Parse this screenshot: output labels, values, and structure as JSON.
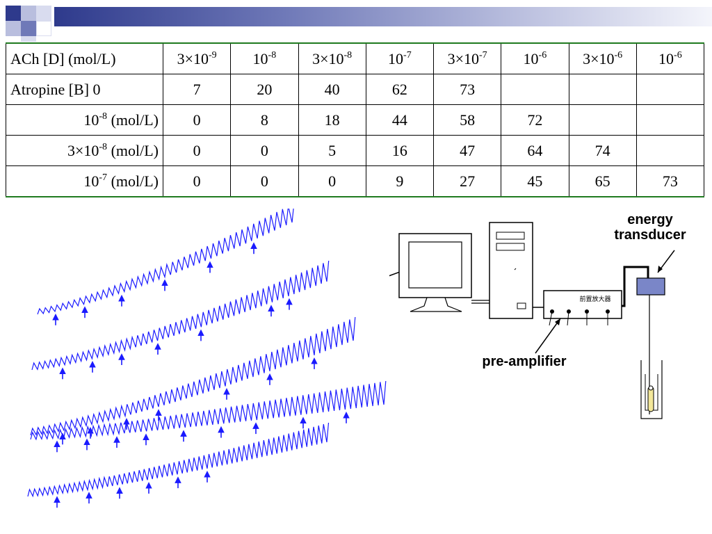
{
  "colors": {
    "trace": "#1a1aff",
    "arrow": "#1a1aff",
    "table_rule": "#1f7a1f",
    "deco_dark": "#2e3a8c",
    "deco_light": "#b9bede"
  },
  "table": {
    "header": {
      "label": "ACh [D] (mol/L)",
      "cols": [
        {
          "coef": "3×",
          "base": "10",
          "exp": "-9"
        },
        {
          "coef": "",
          "base": "10",
          "exp": "-8"
        },
        {
          "coef": "3×",
          "base": "10",
          "exp": "-8"
        },
        {
          "coef": "",
          "base": "10",
          "exp": "-7"
        },
        {
          "coef": "3×",
          "base": "10",
          "exp": "-7"
        },
        {
          "coef": "",
          "base": "10",
          "exp": "-6"
        },
        {
          "coef": "3×",
          "base": "10",
          "exp": "-6"
        },
        {
          "coef": "",
          "base": "10",
          "exp": "-6"
        }
      ]
    },
    "rows": [
      {
        "label": {
          "pre": "Atropine [B]   0",
          "base": "",
          "exp": "",
          "post": ""
        },
        "cells": [
          "7",
          "20",
          "40",
          "62",
          "73",
          "",
          "",
          ""
        ]
      },
      {
        "label": {
          "pre": "",
          "base": "10",
          "exp": "-8",
          "post": " (mol/L)"
        },
        "cells": [
          "0",
          "8",
          "18",
          "44",
          "58",
          "72",
          "",
          ""
        ]
      },
      {
        "label": {
          "pre": "3×",
          "base": "10",
          "exp": "-8",
          "post": " (mol/L)"
        },
        "cells": [
          "0",
          "0",
          "5",
          "16",
          "47",
          "64",
          "74",
          ""
        ]
      },
      {
        "label": {
          "pre": "",
          "base": "10",
          "exp": "-7",
          "post": " (mol/L)"
        },
        "cells": [
          "0",
          "0",
          "0",
          "9",
          "27",
          "45",
          "65",
          "73"
        ]
      }
    ]
  },
  "apparatus": {
    "energy_transducer_label_line1": "energy",
    "energy_transducer_label_line2": "transducer",
    "pre_amplifier_label": "pre-amplifier",
    "amplifier_box_text": "前置放大器"
  }
}
